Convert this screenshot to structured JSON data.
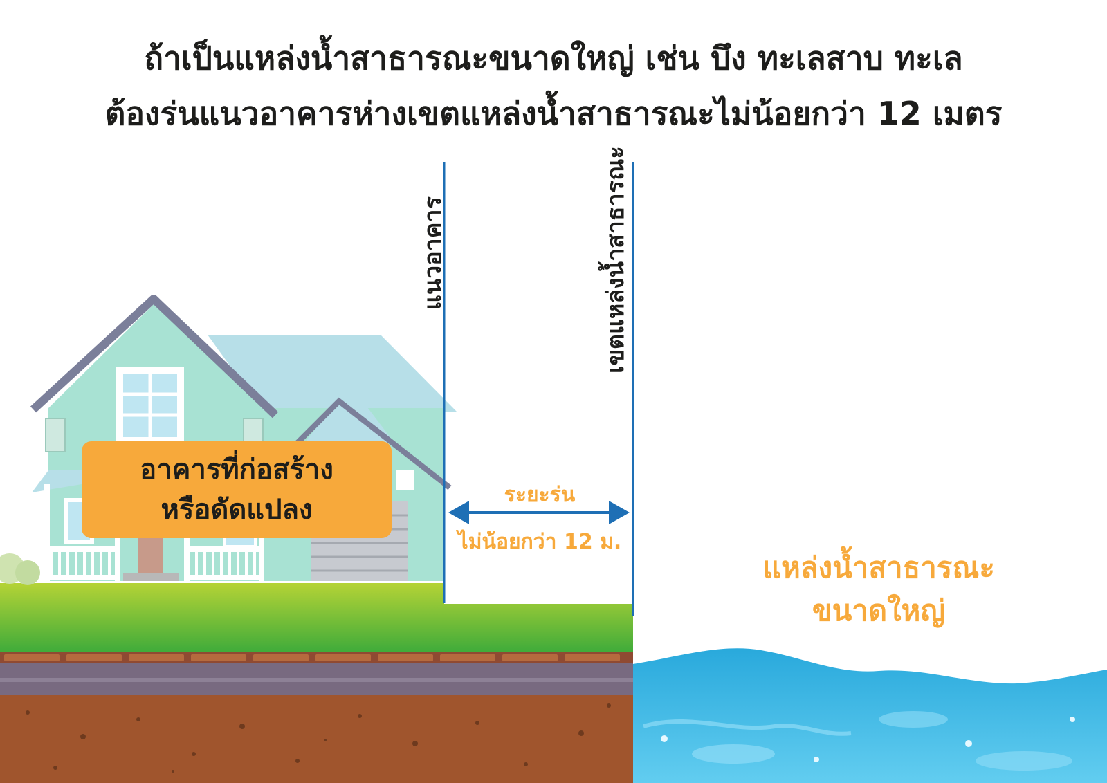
{
  "title": {
    "line1": "ถ้าเป็นแหล่งน้ำสาธารณะขนาดใหญ่ เช่น บึง ทะเลสาบ ทะเล",
    "line2": "ต้องร่นแนวอาคารห่างเขตแหล่งน้ำสาธารณะไม่น้อยกว่า 12 เมตร"
  },
  "labels": {
    "building_line": "แนวอาคาร",
    "water_boundary": "เขตแหล่งน้ำสาธารณะ",
    "building_line1": "อาคารที่ก่อสร้าง",
    "building_line2": "หรือดัดแปลง",
    "setback": "ระยะร่น",
    "setback_distance": "ไม่น้อยกว่า 12 ม.",
    "water_line1": "แหล่งน้ำสาธารณะ",
    "water_line2": "ขนาดใหญ่"
  },
  "colors": {
    "title_text": "#1d1d1b",
    "accent_orange": "#f7a93b",
    "boundary_blue": "#1e6fb5",
    "water_light": "#5cc8ee",
    "water_dark": "#29a9dc",
    "grass": "#8cc63f",
    "soil": "#a0552d",
    "house_wall": "#a8e2d3",
    "roof": "#a9d8e2"
  }
}
